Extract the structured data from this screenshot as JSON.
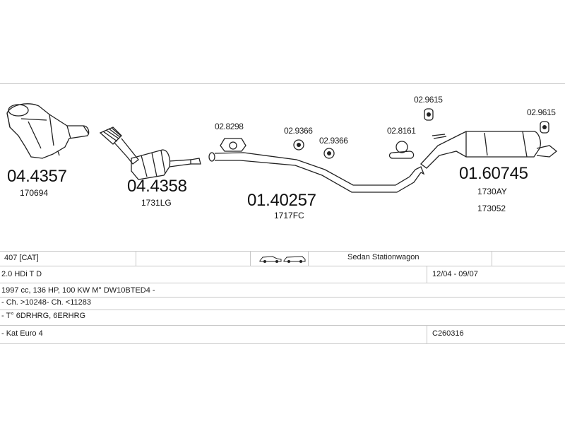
{
  "parts": [
    {
      "code": "04.4357",
      "ref": "170694"
    },
    {
      "code": "04.4358",
      "ref": "1731LG"
    },
    {
      "code": "01.40257",
      "ref": "1717FC"
    },
    {
      "code": "01.60745",
      "ref": "1730AY",
      "ref2": "173052"
    }
  ],
  "clamps": [
    "02.8298",
    "02.9366",
    "02.9366",
    "02.8161",
    "02.9615",
    "02.9615"
  ],
  "info": {
    "model": "407  [CAT]",
    "body_types": "Sedan  Stationwagon",
    "engine": "2.0 HDi T D",
    "period": "12/04 - 09/07",
    "specs": "1997 cc, 136 HP, 100 KW M° DW10BTED4 -",
    "chassis": "- Ch. >10248- Ch. <11283",
    "type_codes": "- T° 6DRHRG, 6ERHRG",
    "emission": "- Kat Euro 4",
    "catalog_code": "C260316"
  },
  "icons": [
    "sedan-car-icon",
    "stationwagon-car-icon"
  ]
}
